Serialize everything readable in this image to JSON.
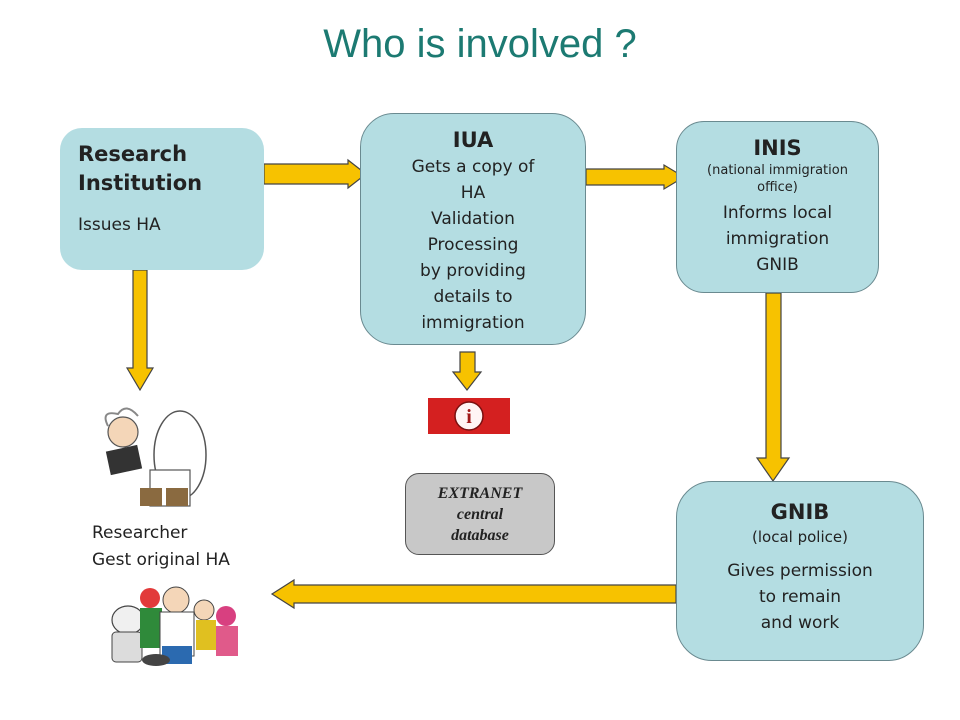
{
  "title": "Who is involved ?",
  "research_institution": {
    "heading": "Research\nInstitution",
    "text": "Issues HA"
  },
  "iua": {
    "heading": "IUA",
    "text": "Gets a copy of\nHA\nValidation\nProcessing\nby providing\ndetails to\nimmigration"
  },
  "inis": {
    "heading": "INIS",
    "subtext": "(national immigration\noffice)",
    "text": "Informs local\nimmigration\nGNIB"
  },
  "gnib": {
    "heading": "GNIB",
    "subtext": "(local police)",
    "text": "Gives permission\nto remain\nand work"
  },
  "extranet": {
    "text": "EXTRANET\ncentral\ndatabase"
  },
  "researcher": {
    "text": "Researcher\nGest original HA"
  },
  "info_badge": {
    "glyph": "i"
  },
  "colors": {
    "box_fill": "#b4dde2",
    "arrow_fill": "#f7c200",
    "title": "#1c7a72",
    "info_red": "#d42020"
  }
}
